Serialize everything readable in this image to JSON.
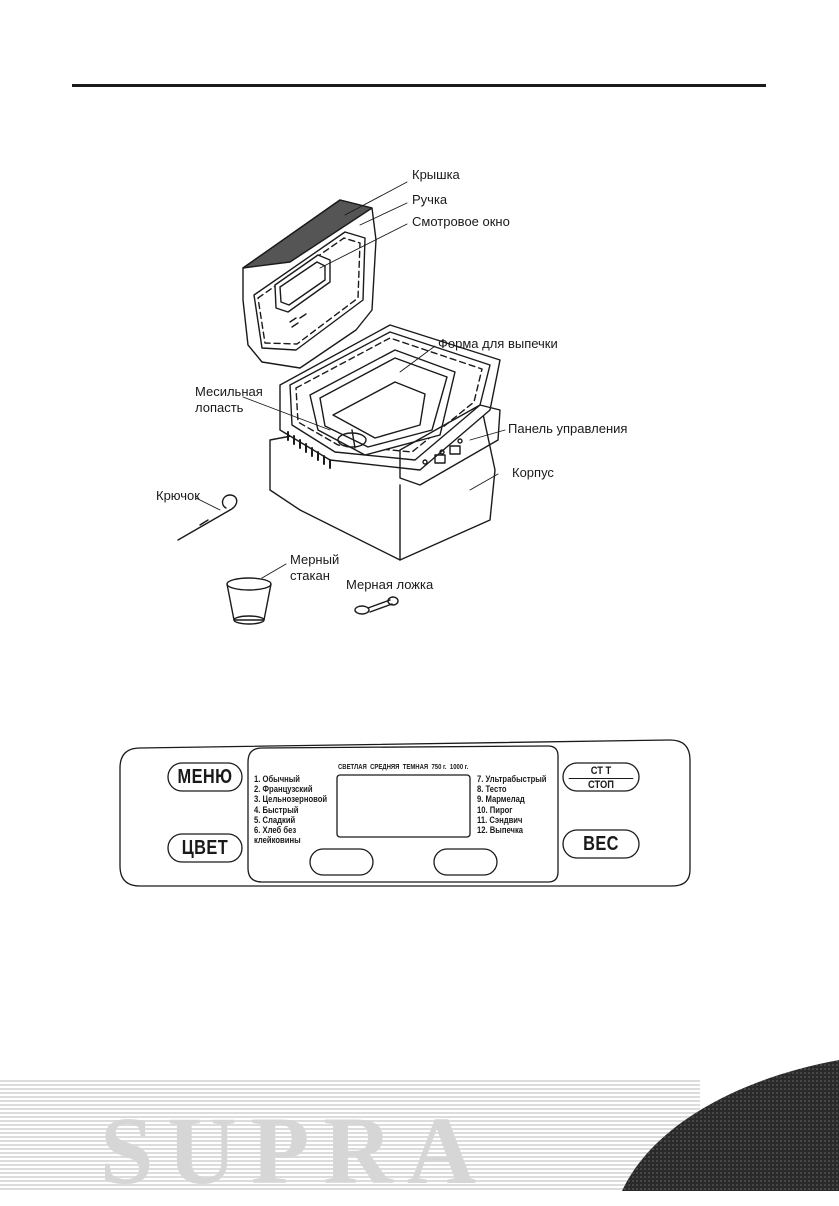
{
  "diagram": {
    "labels": {
      "lid": "Крышка",
      "handle": "Ручка",
      "window": "Смотровое окно",
      "pan": "Форма для выпечки",
      "paddle": "Месильная лопасть",
      "control_panel": "Панель управления",
      "body": "Корпус",
      "hook": "Крючок",
      "cup": "Мерный стакан",
      "spoon": "Мерная ложка"
    }
  },
  "panel": {
    "buttons": {
      "menu": "МЕНЮ",
      "color": "ЦВЕТ",
      "start_top": "СТ    Т",
      "start_bottom": "СТОП",
      "weight": "ВЕС"
    },
    "options_header": "СВЕТЛАЯ  СРЕДНЯЯ  ТЕМНАЯ  750 г.  1000 г.",
    "programs_left": [
      "1. Обычный",
      "2. Французский",
      "3. Цельнозерновой",
      "4. Быстрый",
      "5. Сладкий",
      "6. Хлеб без",
      "клейковины"
    ],
    "programs_right": [
      "7. Ультрабыстрый",
      "8. Тесто",
      "9. Мармелад",
      "10. Пирог",
      "11. Сэндвич",
      "12. Выпечка"
    ]
  },
  "brand": "SUPRA"
}
